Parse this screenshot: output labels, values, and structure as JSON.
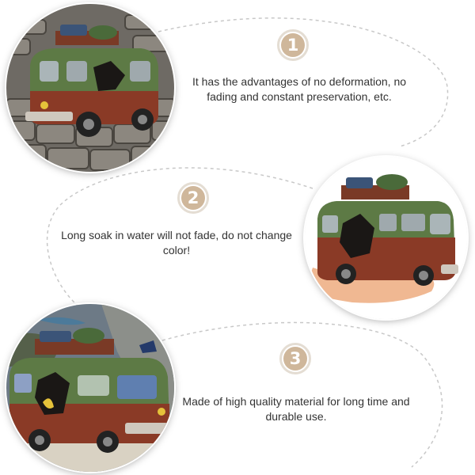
{
  "features": [
    {
      "number": "1",
      "text": "It has the advantages of no deformation, no fading and constant preservation, etc.",
      "image": "resin-bus-on-cobblestones"
    },
    {
      "number": "2",
      "text": "Long soak in water will not fade, do not change color!",
      "image": "resin-bus-held-in-hand"
    },
    {
      "number": "3",
      "text": "Made of high quality material for long time and durable use.",
      "image": "resin-bus-in-aquarium"
    }
  ],
  "colors": {
    "badge_fill": "#cfb79b",
    "badge_ring": "#e4ddd3",
    "dashed_line": "#c8c8c8",
    "bus_green": "#5d7a45",
    "bus_rust": "#8a3a26"
  }
}
